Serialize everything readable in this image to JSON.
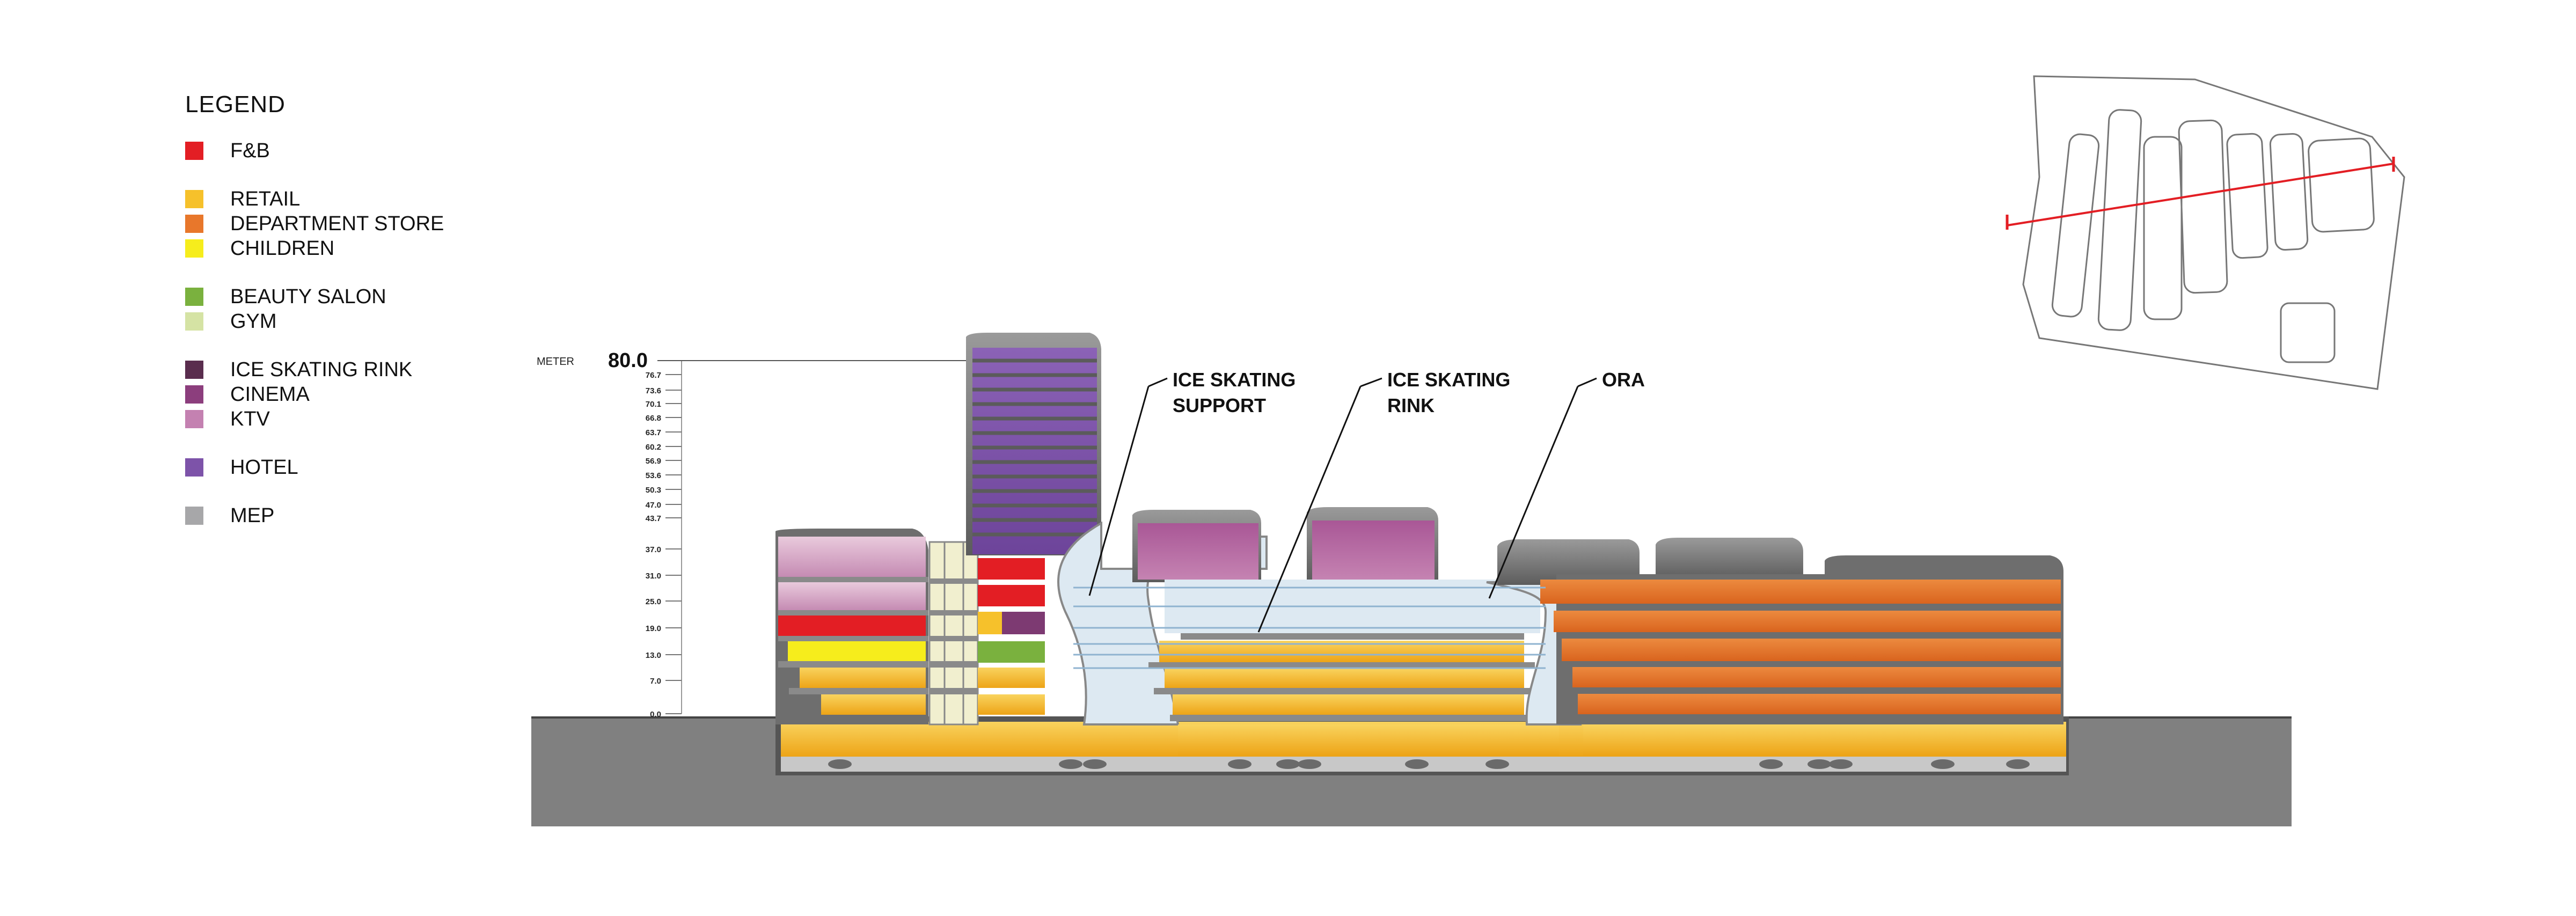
{
  "legend": {
    "title": "LEGEND",
    "groups": [
      [
        {
          "label": "F&B",
          "color": "#e31e24"
        }
      ],
      [
        {
          "label": "RETAIL",
          "color": "#f6c12b"
        },
        {
          "label": "DEPARTMENT STORE",
          "color": "#e8772b"
        },
        {
          "label": "CHILDREN",
          "color": "#f6ed1c"
        }
      ],
      [
        {
          "label": "BEAUTY SALON",
          "color": "#7ab13e"
        },
        {
          "label": "GYM",
          "color": "#d5e3a4"
        }
      ],
      [
        {
          "label": "ICE SKATING RINK",
          "color": "#5a2d4e"
        },
        {
          "label": "CINEMA",
          "color": "#8c3e7d"
        },
        {
          "label": "KTV",
          "color": "#c481b1"
        }
      ],
      [
        {
          "label": "HOTEL",
          "color": "#7d53a9"
        }
      ],
      [
        {
          "label": "MEP",
          "color": "#a7a7a9"
        }
      ]
    ]
  },
  "scale": {
    "unit_label": "METER",
    "top_label": "80.0",
    "levels": [
      "76.7",
      "73.6",
      "70.1",
      "66.8",
      "63.7",
      "60.2",
      "56.9",
      "53.6",
      "50.3",
      "47.0",
      "43.7",
      "37.0",
      "31.0",
      "25.0",
      "19.0",
      "13.0",
      "7.0",
      "0.0"
    ]
  },
  "callouts": {
    "support": [
      "ICE SKATING",
      "SUPPORT"
    ],
    "rink": [
      "ICE SKATING",
      "RINK"
    ],
    "ora": "ORA"
  },
  "colors": {
    "fnb": "#e31e24",
    "retail": "#f6c12b",
    "department_store": "#e8772b",
    "children": "#f6ed1c",
    "beauty_salon": "#7ab13e",
    "gym": "#d5e3a4",
    "ice_rink": "#5a2d4e",
    "cinema": "#8c3e7d",
    "ktv": "#c481b1",
    "hotel": "#7d53a9",
    "mep": "#a7a7a9",
    "ground": "#808080",
    "atrium": "#dde9f2",
    "roof": "#757575"
  }
}
